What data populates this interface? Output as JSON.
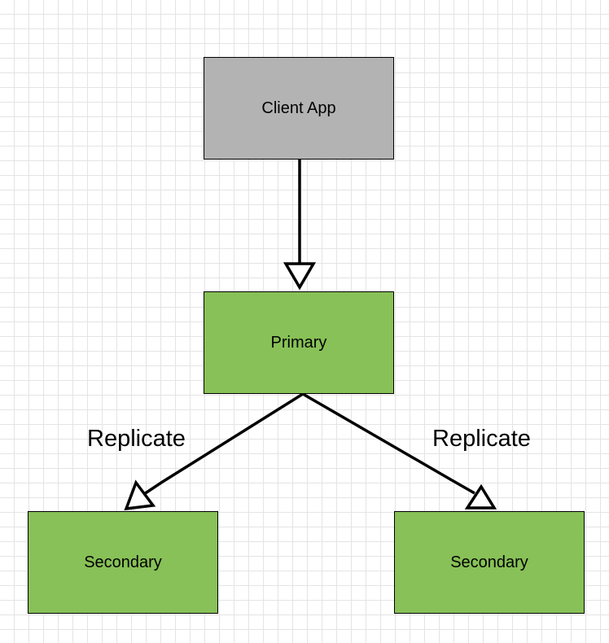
{
  "diagram": {
    "nodes": {
      "client": {
        "label": "Client App",
        "color": "#b3b3b3"
      },
      "primary": {
        "label": "Primary",
        "color": "#88c157"
      },
      "secondary_left": {
        "label": "Secondary",
        "color": "#88c157"
      },
      "secondary_right": {
        "label": "Secondary",
        "color": "#88c157"
      }
    },
    "edges": {
      "client_to_primary": {
        "from": "client",
        "to": "primary",
        "label": ""
      },
      "primary_to_secondary_left": {
        "from": "primary",
        "to": "secondary_left",
        "label": "Replicate"
      },
      "primary_to_secondary_right": {
        "from": "primary",
        "to": "secondary_right",
        "label": "Replicate"
      }
    },
    "line_color": "#000000",
    "grid_color": "#e4e4e4"
  }
}
